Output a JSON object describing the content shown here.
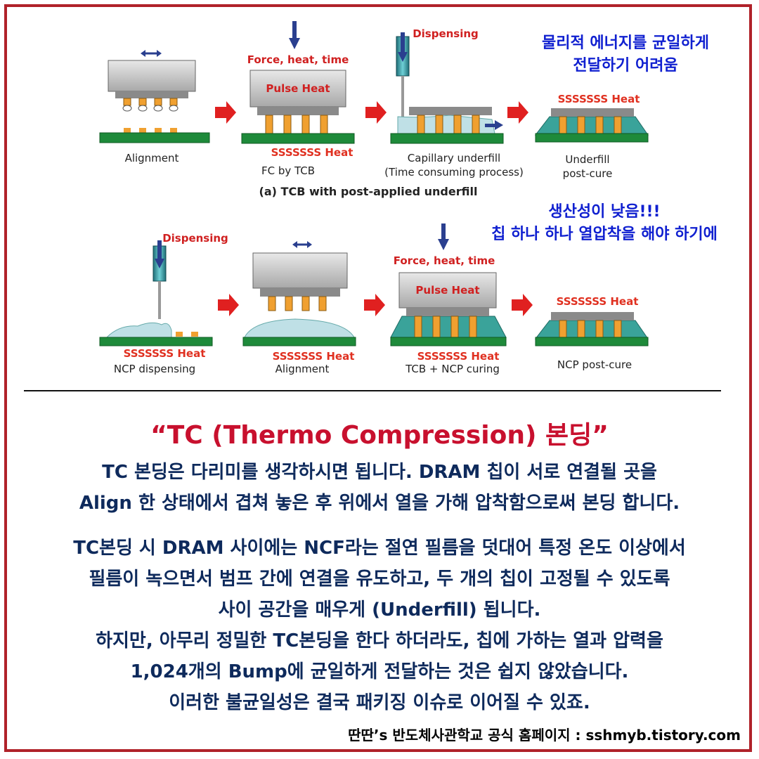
{
  "diagram": {
    "top_row": {
      "steps": [
        {
          "label": "Alignment"
        },
        {
          "label": "FC by TCB",
          "top_label": "Force, heat, time",
          "chip_text": "Pulse Heat",
          "heat": "SSSSSSS Heat"
        },
        {
          "label": "Capillary underfill",
          "sublabel": "(Time consuming process)",
          "top_label": "Dispensing"
        },
        {
          "label": "Underfill",
          "sublabel": "post-cure",
          "heat": "SSSSSSS Heat"
        }
      ],
      "caption": "(a) TCB with post-applied underfill"
    },
    "bottom_row": {
      "steps": [
        {
          "label": "NCP dispensing",
          "top_label": "Dispensing",
          "heat": "SSSSSSS Heat"
        },
        {
          "label": "Alignment",
          "heat": "SSSSSSS Heat"
        },
        {
          "label": "TCB + NCP curing",
          "top_label": "Force, heat, time",
          "chip_text": "Pulse Heat",
          "heat": "SSSSSSS Heat"
        },
        {
          "label": "NCP post-cure",
          "heat": "SSSSSSS Heat"
        }
      ]
    },
    "colors": {
      "chip": "#c8c8c8",
      "chip_dark": "#8a8a8a",
      "bump": "#f0a030",
      "substrate": "#1e8a3a",
      "underfill": "#3aa39a",
      "ncp": "#bfe0e6",
      "arrow_red": "#e02020",
      "arrow_blue": "#2a3f8f",
      "heat_red": "#e03020"
    }
  },
  "notes": {
    "note1_line1": "물리적 에너지를 균일하게",
    "note1_line2": "전달하기 어려움",
    "note2_line1": "생산성이 낮음!!!",
    "note2_line2": "칩 하나 하나 열압착을 해야 하기에"
  },
  "title": "“TC (Thermo Compression) 본딩”",
  "paragraphs": {
    "p1": [
      "TC 본딩은 다리미를 생각하시면 됩니다. DRAM 칩이 서로 연결될 곳을",
      "Align 한 상태에서 겹쳐 놓은 후 위에서 열을 가해 압착함으로써 본딩 합니다."
    ],
    "p2": [
      "TC본딩 시 DRAM 사이에는 NCF라는 절연 필름을 덧대어 특정 온도 이상에서",
      "필름이 녹으면서 범프 간에 연결을 유도하고, 두 개의 칩이 고정될 수 있도록",
      "사이 공간을 매우게 (Underfill) 됩니다."
    ],
    "p3": [
      "하지만, 아무리 정밀한 TC본딩을 한다 하더라도, 칩에 가하는 열과 압력을",
      "1,024개의 Bump에 균일하게 전달하는 것은 쉽지 않았습니다.",
      "이러한 불균일성은 결국 패키징 이슈로 이어질 수 있죠."
    ]
  },
  "footer": "딴딴’s 반도체사관학교 공식 홈페이지 : sshmyb.tistory.com"
}
